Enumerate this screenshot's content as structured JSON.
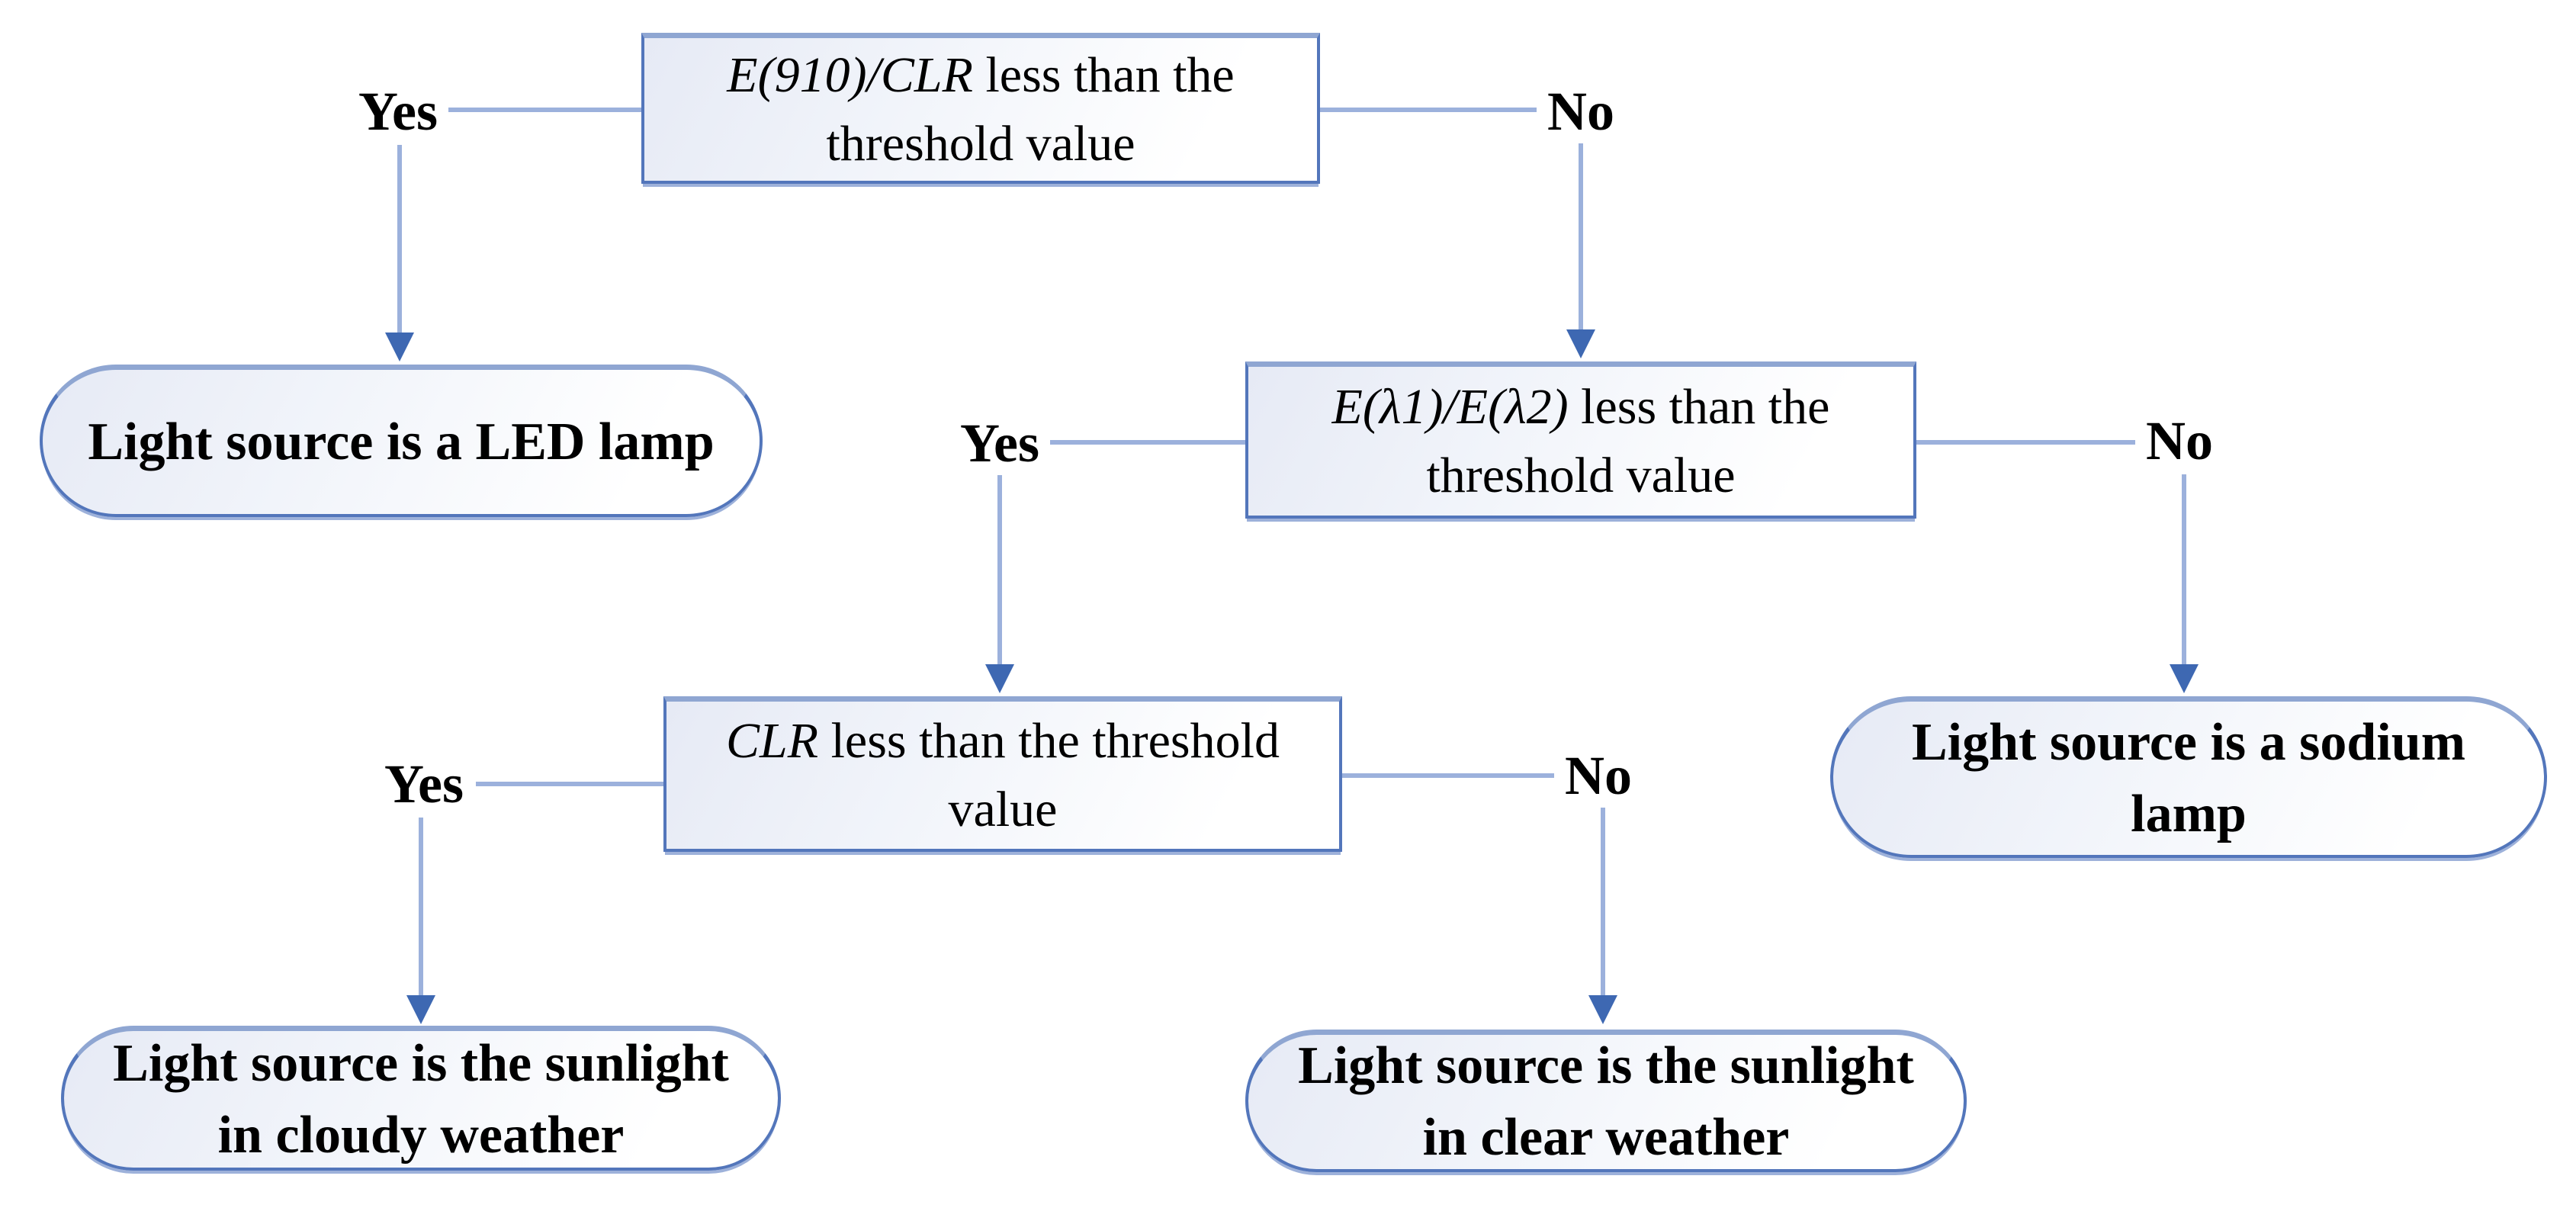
{
  "palette": {
    "line": "#9cb1dc",
    "arrow": "#3e68b2",
    "border": "#5376bb",
    "band": "#8fa6d2",
    "fill1": "#e6eaf5",
    "fill2": "#ffffff",
    "text": "#000000",
    "bg": "#ffffff"
  },
  "nodes": {
    "d1": {
      "type": "decision",
      "math": "E(910)/CLR",
      "tail": " less than the",
      "line2": "threshold value"
    },
    "d2": {
      "type": "decision",
      "math": "E(λ1)/E(λ2)",
      "tail": " less than the",
      "line2": "threshold value"
    },
    "d3": {
      "type": "decision",
      "math": "CLR",
      "tail": " less than the threshold",
      "line2": "value"
    },
    "led": {
      "type": "result",
      "line1": "Light source is a LED lamp"
    },
    "sodium": {
      "type": "result",
      "line1": "Light source is a sodium",
      "line2": "lamp"
    },
    "cloudy": {
      "type": "result",
      "line1": "Light source is the sunlight",
      "line2": "in cloudy weather"
    },
    "clear": {
      "type": "result",
      "line1": "Light source is the sunlight",
      "line2": "in clear weather"
    }
  },
  "edges": [
    {
      "from": "decision-1",
      "label": "Yes",
      "to": "result-led-lamp"
    },
    {
      "from": "decision-1",
      "label": "No",
      "to": "decision-2"
    },
    {
      "from": "decision-2",
      "label": "Yes",
      "to": "decision-3"
    },
    {
      "from": "decision-2",
      "label": "No",
      "to": "result-sodium-lamp"
    },
    {
      "from": "decision-3",
      "label": "Yes",
      "to": "result-sunlight-cloudy"
    },
    {
      "from": "decision-3",
      "label": "No",
      "to": "result-sunlight-clear"
    }
  ]
}
